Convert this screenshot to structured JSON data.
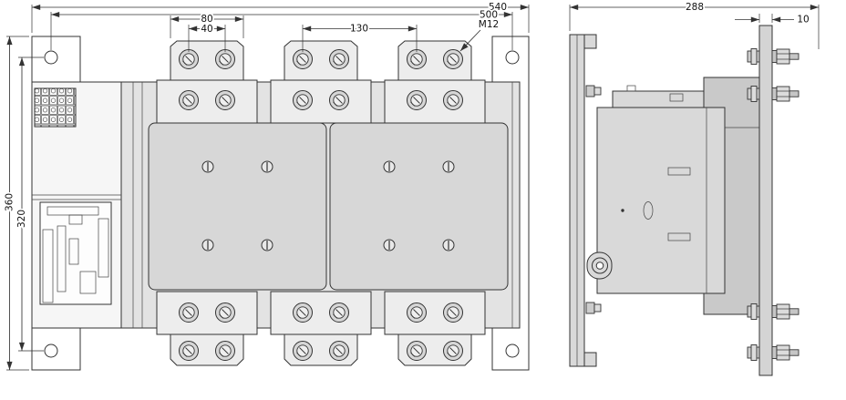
{
  "front_view": {
    "dimensions": {
      "overall_width": "540",
      "hole_spacing_horizontal": "500",
      "terminal_tab_width": "80",
      "terminal_bolt_spacing": "40",
      "pole_pitch": "130",
      "terminal_bolt_size": "M12",
      "overall_height": "360",
      "hole_spacing_vertical": "320"
    }
  },
  "side_view": {
    "dimensions": {
      "overall_depth": "288",
      "terminal_bar_thickness": "10"
    }
  },
  "colors": {
    "line": "#333333",
    "cover_gray": "#d7d7d7",
    "body_gray": "#e3e3e3",
    "side_gray": "#d9d9d9",
    "dark_gray": "#c9c9c9"
  }
}
